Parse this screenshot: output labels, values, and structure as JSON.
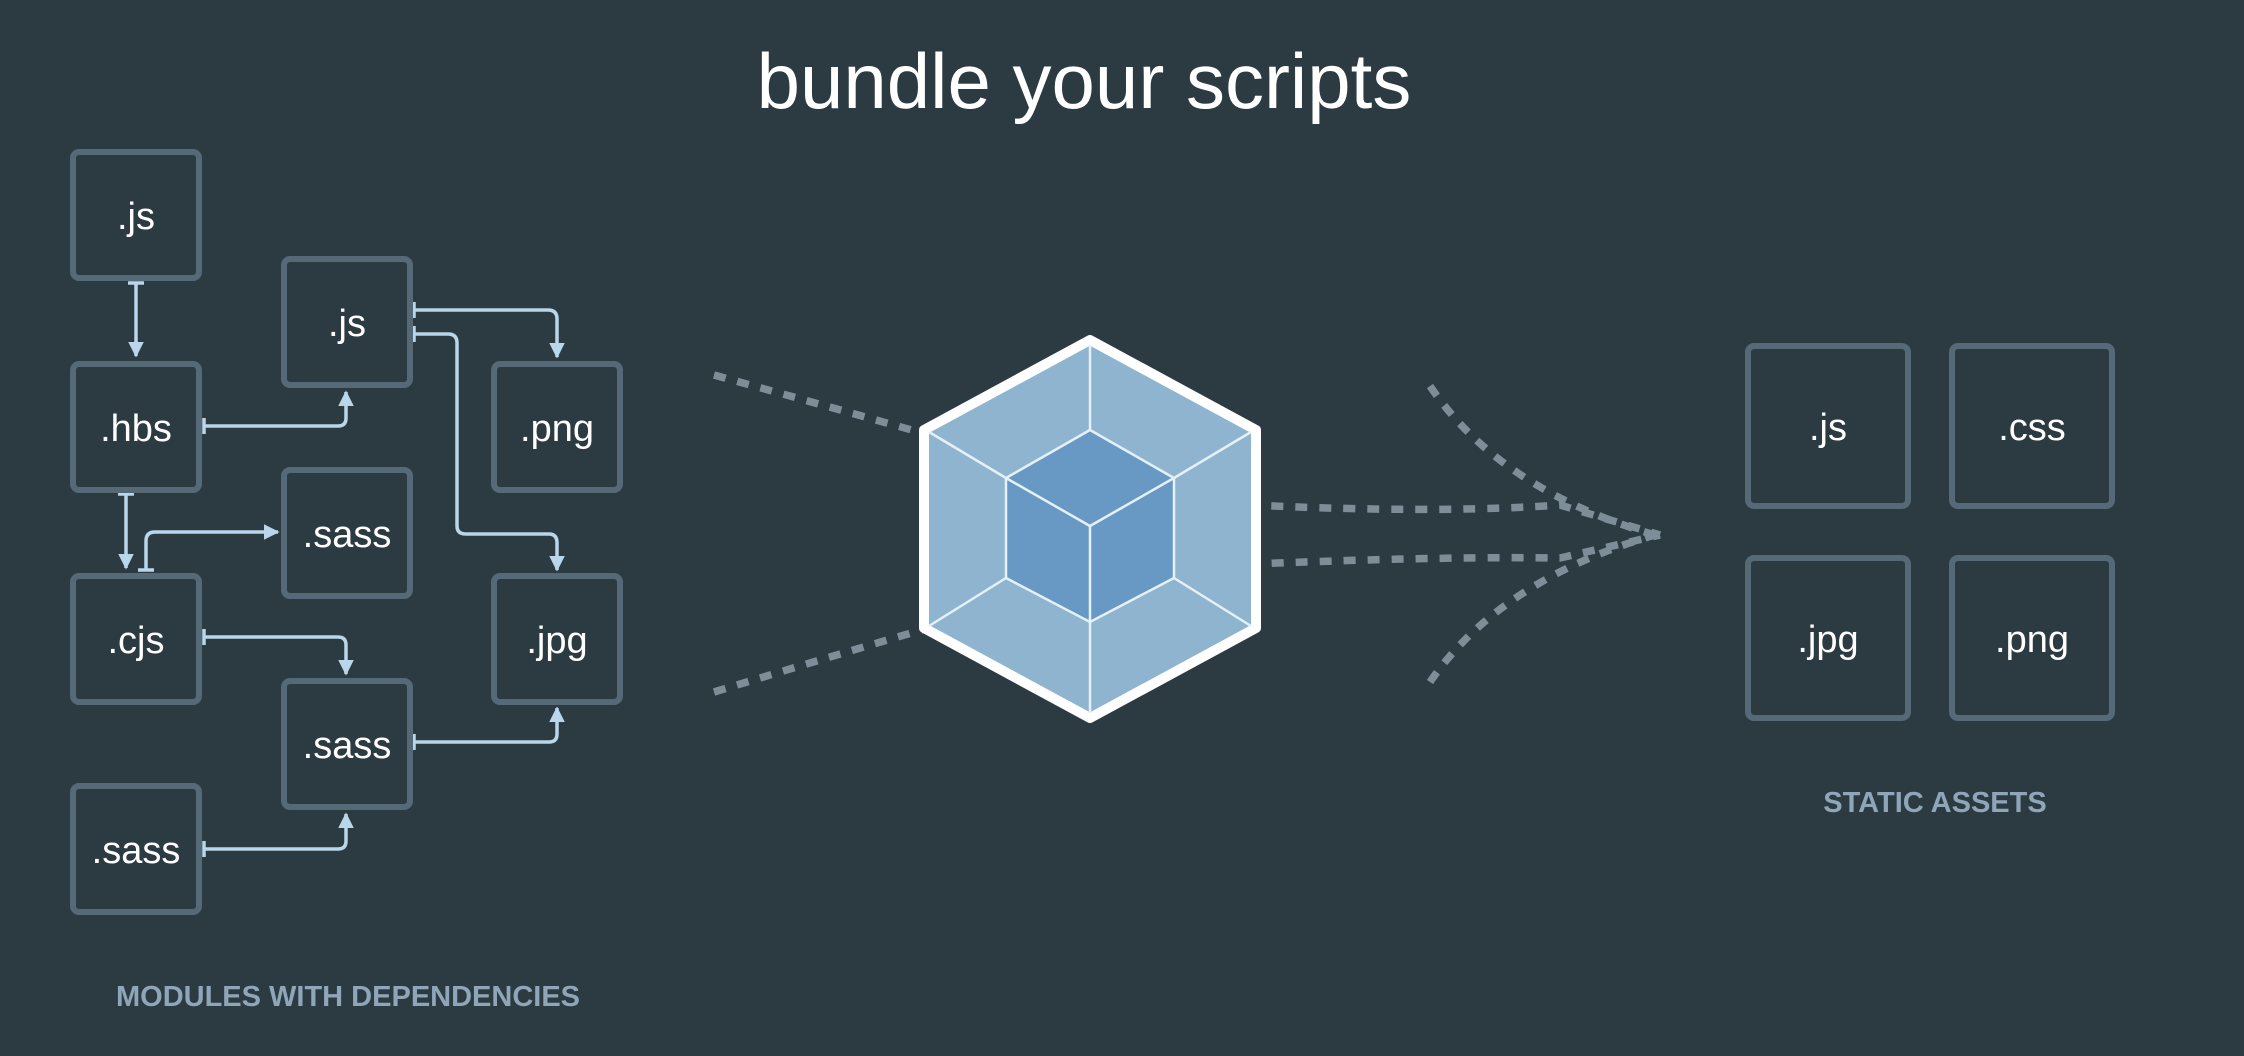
{
  "title": "bundle your scripts",
  "modules": {
    "caption": "MODULES WITH DEPENDENCIES",
    "items": [
      ".js",
      ".hbs",
      ".cjs",
      ".sass",
      ".js",
      ".sass",
      ".sass",
      ".png",
      ".jpg"
    ]
  },
  "assets": {
    "caption": "STATIC ASSETS",
    "items": [
      ".js",
      ".css",
      ".jpg",
      ".png"
    ]
  },
  "colors": {
    "background": "#2c3a42",
    "box_stroke": "#566977",
    "connector": "#b9d6ea",
    "caption": "#8fa5b8",
    "cube_outer": "#8eb4d0",
    "cube_inner": "#6898c4"
  },
  "icons": [
    "webpack-cube-icon"
  ]
}
